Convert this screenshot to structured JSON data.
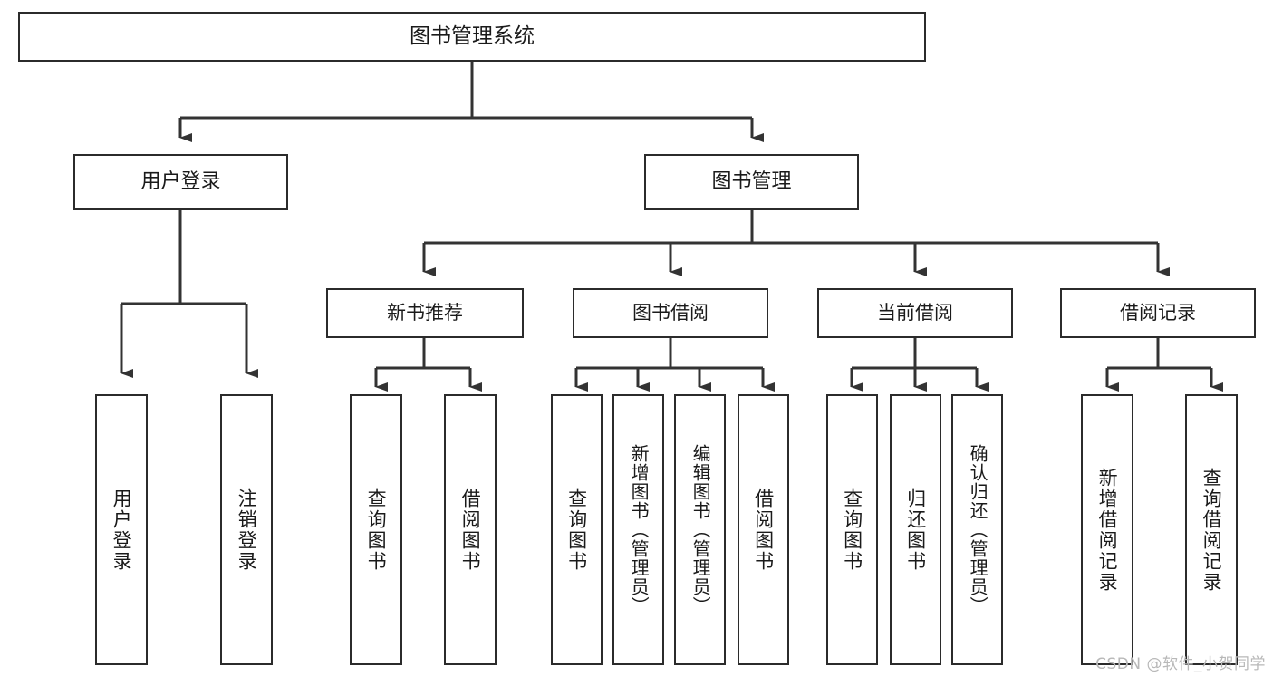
{
  "diagram": {
    "title": "图书管理系统",
    "type": "功能结构图",
    "watermark": "CSDN @软件_小贺同学",
    "colors": {
      "box_border": "#2b2b2b",
      "box_fill": "#ffffff",
      "connector": "#333333",
      "text": "#1a1a1a",
      "watermark": "#b8b8b8"
    },
    "root": {
      "label": "图书管理系统"
    },
    "level2": [
      {
        "label": "用户登录"
      },
      {
        "label": "图书管理"
      }
    ],
    "level3": [
      {
        "label": "新书推荐"
      },
      {
        "label": "图书借阅"
      },
      {
        "label": "当前借阅"
      },
      {
        "label": "借阅记录"
      }
    ],
    "leaves": {
      "user_login": [
        {
          "label": "用户登录"
        },
        {
          "label": "注销登录"
        }
      ],
      "new_book_recommend": [
        {
          "label": "查询图书"
        },
        {
          "label": "借阅图书"
        }
      ],
      "book_borrow": [
        {
          "label": "查询图书"
        },
        {
          "label": "新增图书（管理员）"
        },
        {
          "label": "编辑图书（管理员）"
        },
        {
          "label": "借阅图书"
        }
      ],
      "current_borrow": [
        {
          "label": "查询图书"
        },
        {
          "label": "归还图书"
        },
        {
          "label": "确认归还（管理员）"
        }
      ],
      "borrow_record": [
        {
          "label": "新增借阅记录"
        },
        {
          "label": "查询借阅记录"
        }
      ]
    }
  }
}
